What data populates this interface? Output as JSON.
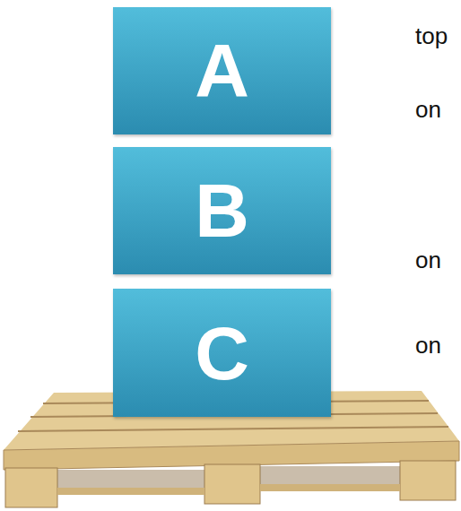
{
  "diagram": {
    "nodes": [
      {
        "text": [
          "A"
        ]
      },
      {
        "text": [
          "B"
        ]
      },
      {
        "text": [
          "C"
        ]
      }
    ],
    "labels": [
      "top",
      "on",
      "on",
      "on"
    ]
  }
}
